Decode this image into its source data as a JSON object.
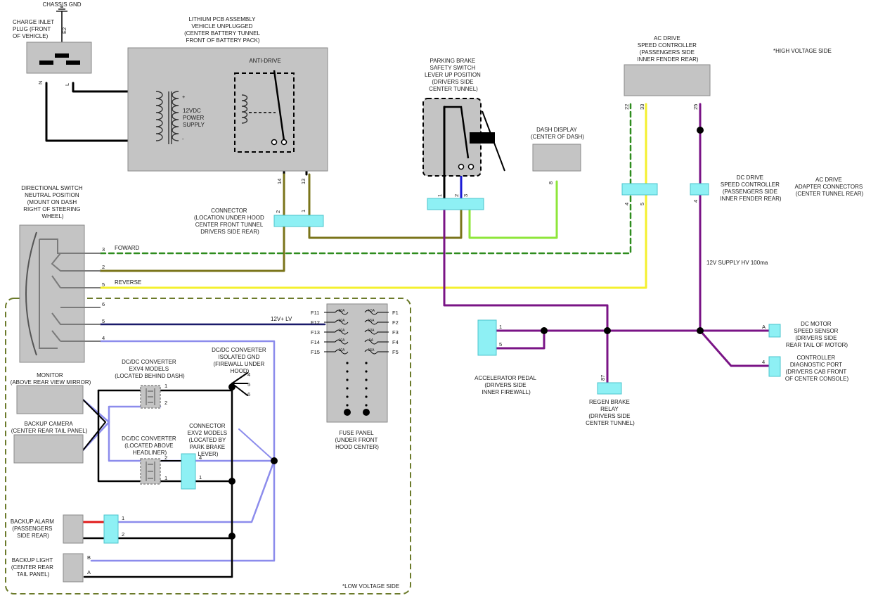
{
  "colors": {
    "black": "#000000",
    "olive": "#7a741a",
    "yellow": "#f4f02e",
    "green_dashed": "#2e8c1e",
    "light_green": "#8ee63a",
    "purple": "#7a1486",
    "navy": "#1a1a6a",
    "lavender": "#8c8cec",
    "blue": "#1a1ad6",
    "red": "#e01a1a",
    "connector": "#8ef0f4",
    "component": "#c4c4c4",
    "boundary": "#6b7a2a"
  },
  "labels": {
    "high_voltage_side": "*HIGH VOLTAGE SIDE",
    "low_voltage_side": "*LOW VOLTAGE SIDE",
    "chassis_gnd": "CHASSIS GND",
    "charge_inlet": [
      "CHARGE INLET",
      "PLUG (FRONT",
      "OF VEHICLE)"
    ],
    "lithium_pcb": [
      "LITHIUM PCB ASSEMBLY",
      "VEHICLE UNPLUGGED",
      "(CENTER BATTERY TUNNEL",
      "FRONT OF BATTERY PACK)"
    ],
    "anti_drive": "ANTI-DRIVE",
    "power_supply": [
      "12VDC",
      "POWER",
      "SUPPLY"
    ],
    "parking_brake": [
      "PARKING BRAKE",
      "SAFETY SWITCH",
      "LEVER UP POSITION",
      "(DRIVERS SIDE",
      "CENTER TUNNEL)"
    ],
    "dash_display": [
      "DASH DISPLAY",
      "(CENTER OF DASH)"
    ],
    "ac_drive_controller": [
      "AC DRIVE",
      "SPEED CONTROLLER",
      "(PASSENGERS SIDE",
      "INNER FENDER REAR)"
    ],
    "dc_drive_controller": [
      "DC DRIVE",
      "SPEED CONTROLLER",
      "(PASSENGERS SIDE",
      "INNER FENDER REAR)"
    ],
    "ac_drive_adapter": [
      "AC DRIVE",
      "ADAPTER CONNECTORS",
      "(CENTER TUNNEL REAR)"
    ],
    "directional_switch": [
      "DIRECTIONAL SWITCH",
      "NEUTRAL POSITION",
      "(MOUNT ON DASH",
      "RIGHT OF STEERING",
      "WHEEL)"
    ],
    "connector_hood": [
      "CONNECTOR",
      "(LOCATION UNDER HOOD",
      "CENTER FRONT TUNNEL",
      "DRIVERS SIDE REAR)"
    ],
    "foward": "FOWARD",
    "reverse": "REVERSE",
    "supply_12v_lv": "12V+ LV",
    "supply_12v_hv": "12V SUPPLY HV 100ma",
    "fuse_panel": [
      "FUSE PANEL",
      "(UNDER FRONT",
      "HOOD CENTER)"
    ],
    "accelerator_pedal": [
      "ACCELERATOR PEDAL",
      "(DRIVERS SIDE",
      "INNER FIREWALL)"
    ],
    "regen_brake_relay": [
      "REGEN BRAKE",
      "RELAY",
      "(DRIVERS SIDE",
      "CENTER TUNNEL)"
    ],
    "dc_motor_sensor": [
      "DC MOTOR",
      "SPEED SENSOR",
      "(DRIVERS SIDE",
      "REAR TAIL OF MOTOR)"
    ],
    "controller_diag": [
      "CONTROLLER",
      "DIAGNOSTIC PORT",
      "(DRIVERS CAB FRONT",
      "OF CENTER CONSOLE)"
    ],
    "monitor": [
      "MONITOR",
      "(ABOVE REAR VIEW MIRROR)"
    ],
    "backup_camera": [
      "BACKUP CAMERA",
      "(CENTER REAR TAIL PANEL)"
    ],
    "dcdc_exv4": [
      "DC/DC CONVERTER",
      "EXV4 MODELS",
      "(LOCATED BEHIND DASH)"
    ],
    "dcdc_headliner": [
      "DC/DC CONVERTER",
      "(LOCATED ABOVE",
      "HEADLINER)"
    ],
    "dcdc_isolated": [
      "DC/DC CONVERTER",
      "ISOLATED GND",
      "(FIREWALL UNDER",
      "HOOD)"
    ],
    "connector_exv2": [
      "CONNECTOR",
      "EXV2 MODELS",
      "(LOCATED BY",
      "PARK BRAKE",
      "LEVER)"
    ],
    "backup_alarm": [
      "BACKUP ALARM",
      "(PASSENGERS",
      "SIDE REAR)"
    ],
    "backup_light": [
      "BACKUP LIGHT",
      "(CENTER REAR",
      "TAIL PANEL)"
    ]
  },
  "fuses": {
    "left_ids": [
      "F11",
      "F12",
      "F13",
      "F14",
      "F15"
    ],
    "right_ids": [
      "F1",
      "F2",
      "F3",
      "F4",
      "F5"
    ],
    "left_ratings": [
      "20A",
      "10A",
      "10A",
      "10A",
      "10A"
    ],
    "right_ratings": [
      "7.5A",
      "15A",
      "10A",
      "5A",
      "15A"
    ]
  },
  "pins": {
    "e2": "E2",
    "n": "N",
    "l": "L",
    "plus": "+",
    "minus": "-",
    "p14": "14",
    "p13": "13",
    "p2": "2",
    "p1": "1",
    "p3": "3",
    "p4": "4",
    "p5": "5",
    "p6": "6",
    "p8": "8",
    "p22": "22",
    "p33": "33",
    "p25": "25",
    "p87": "87",
    "pa": "A",
    "pb": "B"
  }
}
